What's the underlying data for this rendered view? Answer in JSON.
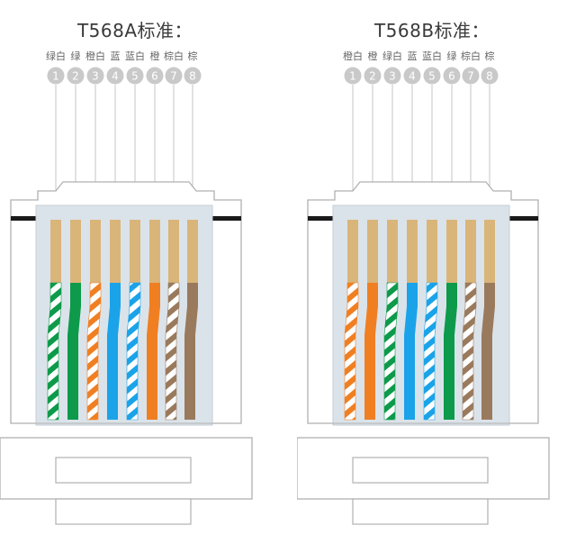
{
  "diagrams": [
    {
      "title": "T568A标准：",
      "pins": [
        {
          "num": "1",
          "label": "绿白",
          "color": "#0d9a4a",
          "striped": true
        },
        {
          "num": "2",
          "label": "绿",
          "color": "#0d9a4a",
          "striped": false
        },
        {
          "num": "3",
          "label": "橙白",
          "color": "#f07f22",
          "striped": true
        },
        {
          "num": "4",
          "label": "蓝",
          "color": "#1aa3e8",
          "striped": false
        },
        {
          "num": "5",
          "label": "蓝白",
          "color": "#1aa3e8",
          "striped": true
        },
        {
          "num": "6",
          "label": "橙",
          "color": "#f07f22",
          "striped": false
        },
        {
          "num": "7",
          "label": "棕白",
          "color": "#9a7a5c",
          "striped": true
        },
        {
          "num": "8",
          "label": "棕",
          "color": "#9a7a5c",
          "striped": false
        }
      ]
    },
    {
      "title": "T568B标准：",
      "pins": [
        {
          "num": "1",
          "label": "橙白",
          "color": "#f07f22",
          "striped": true
        },
        {
          "num": "2",
          "label": "橙",
          "color": "#f07f22",
          "striped": false
        },
        {
          "num": "3",
          "label": "绿白",
          "color": "#0d9a4a",
          "striped": true
        },
        {
          "num": "4",
          "label": "蓝",
          "color": "#1aa3e8",
          "striped": false
        },
        {
          "num": "5",
          "label": "蓝白",
          "color": "#1aa3e8",
          "striped": true
        },
        {
          "num": "6",
          "label": "绿",
          "color": "#0d9a4a",
          "striped": false
        },
        {
          "num": "7",
          "label": "棕白",
          "color": "#9a7a5c",
          "striped": true
        },
        {
          "num": "8",
          "label": "棕",
          "color": "#9a7a5c",
          "striped": false
        }
      ]
    }
  ],
  "colors": {
    "contact_gold": "#d9b57a",
    "circle_fill": "#c9c9c9",
    "outline": "#b0b0b0",
    "panel_fill": "#dbe3ea",
    "title_text": "#3a3a3a",
    "label_text": "#666666"
  }
}
